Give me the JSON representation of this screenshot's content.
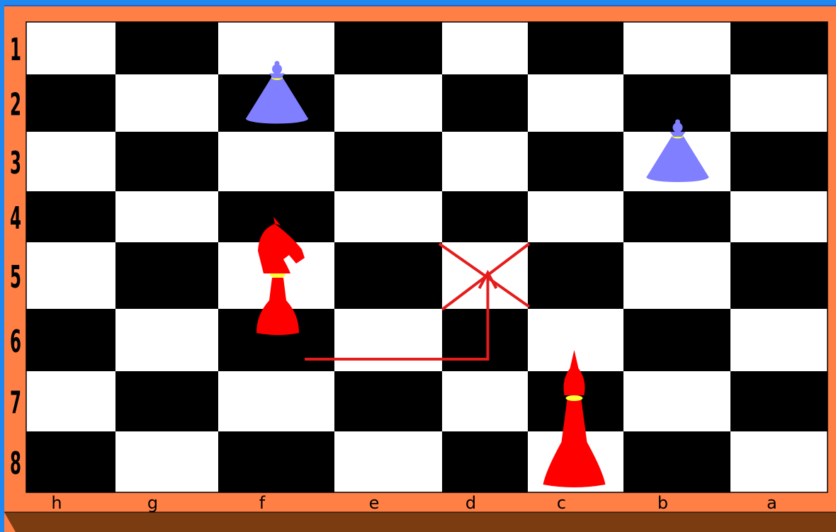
{
  "board": {
    "files": [
      "h",
      "g",
      "f",
      "e",
      "d",
      "c",
      "b",
      "a"
    ],
    "ranks": [
      "1",
      "2",
      "3",
      "4",
      "5",
      "6",
      "7",
      "8"
    ],
    "colors": {
      "light_square": "#ffffff",
      "dark_square": "#000000",
      "frame": "#ff7f45",
      "base": "#7a3c10",
      "background": "#1e88f0",
      "red_piece": "#ff0000",
      "blue_piece": "#7f7fff",
      "collar": "#ffff33",
      "move_line": "#e51c1c"
    }
  },
  "pieces": [
    {
      "name": "blue-pawn-f2",
      "type": "pawn",
      "color": "blue",
      "square": "f2"
    },
    {
      "name": "blue-pawn-b3",
      "type": "pawn",
      "color": "blue",
      "square": "b3"
    },
    {
      "name": "red-knight-f6",
      "type": "knight",
      "color": "red",
      "square": "f6"
    },
    {
      "name": "red-bishop-c8",
      "type": "bishop",
      "color": "red",
      "square": "c8"
    }
  ],
  "move": {
    "from": "f6",
    "to": "d5",
    "target_marked": true
  }
}
